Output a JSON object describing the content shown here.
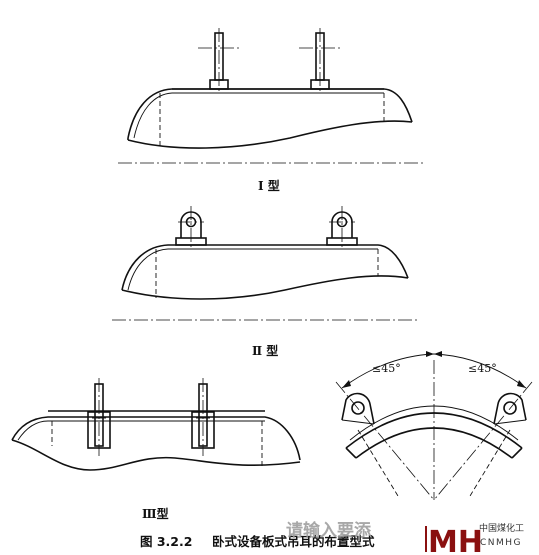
{
  "labels": {
    "type1": "Ⅰ 型",
    "type2": "Ⅱ 型",
    "type3": "Ⅲ型"
  },
  "angles": {
    "left": "≤45°",
    "right": "≤45°"
  },
  "caption": {
    "number": "图 3.2.2",
    "text": "卧式设备板式吊耳的布置型式"
  },
  "watermark": {
    "overlay": "请输入要添",
    "brand_cn": "中国煤化工",
    "brand_en": "CNMHG"
  }
}
